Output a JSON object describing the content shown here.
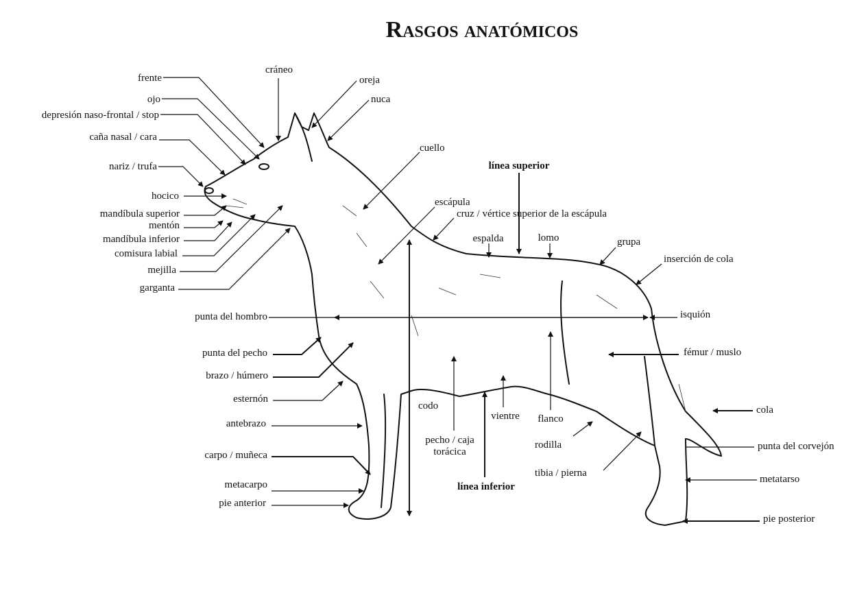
{
  "title": "Rasgos anatómicos",
  "labels": {
    "frente": "frente",
    "ojo": "ojo",
    "stop": "depresión naso-frontal / stop",
    "cana": "caña nasal / cara",
    "nariz": "nariz / trufa",
    "hocico": "hocico",
    "mand_sup": "mandíbula superior",
    "menton": "mentón",
    "mand_inf": "mandíbula inferior",
    "comisura": "comisura labial",
    "mejilla": "mejilla",
    "garganta": "garganta",
    "craneo": "cráneo",
    "oreja": "oreja",
    "nuca": "nuca",
    "cuello": "cuello",
    "linea_sup": "línea superior",
    "escapula": "escápula",
    "cruz": "cruz / vértice superior de la escápula",
    "espalda": "espalda",
    "lomo": "lomo",
    "grupa": "grupa",
    "insercion": "inserción de cola",
    "isquion": "isquión",
    "femur": "fémur / muslo",
    "cola": "cola",
    "corvejon": "punta del corvejón",
    "metatarso": "metatarso",
    "pie_post": "pie posterior",
    "punta_hombro": "punta del hombro",
    "punta_pecho": "punta del pecho",
    "brazo": "brazo / húmero",
    "esternon": "esternón",
    "antebrazo": "antebrazo",
    "carpo": "carpo / muñeca",
    "metacarpo": "metacarpo",
    "pie_ant": "pie anterior",
    "codo": "codo",
    "pecho1": "pecho / caja",
    "pecho2": "torácica",
    "vientre": "vientre",
    "flanco": "flanco",
    "linea_inf": "línea inferior",
    "rodilla": "rodilla",
    "tibia": "tibia / pierna"
  }
}
